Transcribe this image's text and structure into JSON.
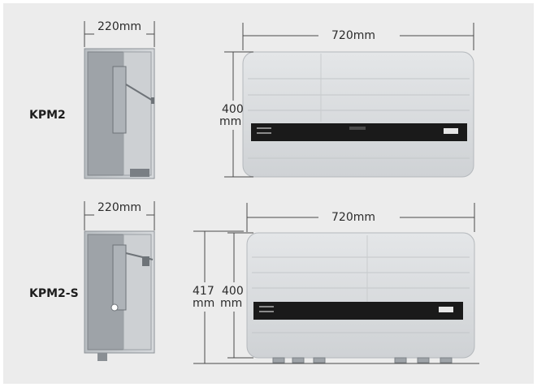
{
  "models": {
    "kpm2": {
      "label": "KPM2"
    },
    "kpm2s": {
      "label": "KPM2-S"
    }
  },
  "dimensions": {
    "top": {
      "side_width": "220mm",
      "front_width": "720mm",
      "height_value": "400",
      "height_unit": "mm"
    },
    "bottom": {
      "side_width": "220mm",
      "front_width": "720mm",
      "height_total_value": "417",
      "height_total_unit": "mm",
      "height_value": "400",
      "height_unit": "mm"
    }
  },
  "colors": {
    "background": "#ececec",
    "enclosure": "#d9dbdd",
    "side_door": "#9ea3a8",
    "display_band": "#1a1a1a",
    "dimension_line": "#4a4a4a"
  }
}
